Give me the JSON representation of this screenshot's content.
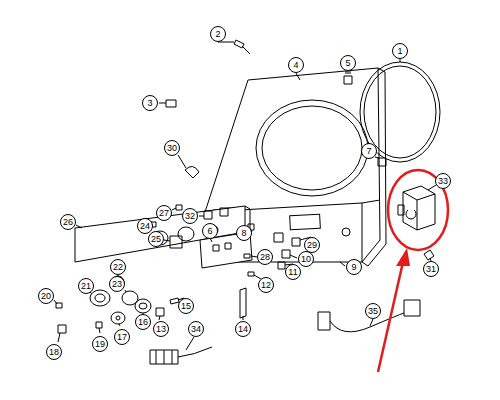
{
  "diagram": {
    "labels": [
      "2",
      "1",
      "5",
      "4",
      "3",
      "30",
      "7",
      "33",
      "27",
      "32",
      "26",
      "24",
      "6",
      "25",
      "8",
      "29",
      "10",
      "11",
      "9",
      "28",
      "31",
      "22",
      "12",
      "21",
      "23",
      "20",
      "15",
      "16",
      "13",
      "14",
      "17",
      "19",
      "34",
      "18",
      "35"
    ]
  }
}
